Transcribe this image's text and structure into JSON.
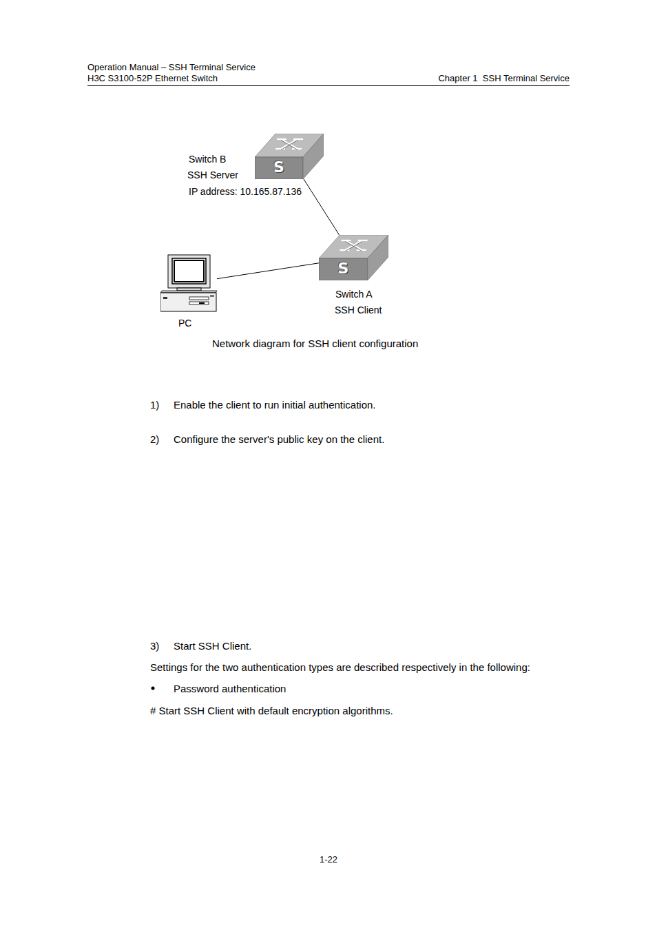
{
  "diagram": {
    "caption": "Network diagram for SSH client configuration",
    "nodes": [
      {
        "text": [
          "S",
          "Switch B",
          "SSH Server",
          "IP address: 10.165.87.136"
        ]
      },
      {
        "text": [
          "S",
          "Switch A",
          "SSH Client"
        ]
      },
      {
        "text": [
          "PC"
        ]
      }
    ],
    "edges": [
      {
        "from": 0,
        "to": 1,
        "arrow": "none"
      },
      {
        "from": 2,
        "to": 1,
        "arrow": "none"
      }
    ],
    "labels": [
      "Operation Manual – SSH Terminal Service",
      "H3C S3100-52P Ethernet Switch",
      "Chapter 1  SSH Terminal Service",
      "1)",
      "Enable the client to run initial authentication.",
      "2)",
      "Configure the server's public key on the client.",
      "3)",
      "Start SSH Client.",
      "Settings for the two authentication types are described respectively in the following:",
      "Password authentication",
      "# Start SSH Client with default encryption algorithms.",
      "1-22"
    ]
  }
}
